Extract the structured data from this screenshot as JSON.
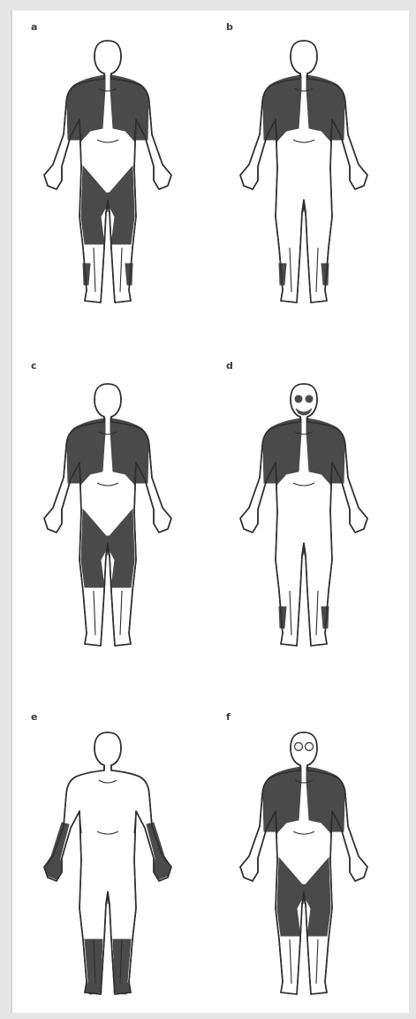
{
  "colors": {
    "affected": "#4a4a4a",
    "outline": "#2e2e2e",
    "body_fill": "#ffffff",
    "frame": "#e6e6e6"
  },
  "panels": [
    {
      "label": "a",
      "affected_regions": [
        "shoulders",
        "upper-arms",
        "upper-back",
        "hips",
        "thighs",
        "calves"
      ]
    },
    {
      "label": "b",
      "affected_regions": [
        "shoulders",
        "upper-arms",
        "calves"
      ]
    },
    {
      "label": "c",
      "affected_regions": [
        "shoulders",
        "upper-arms",
        "upper-back",
        "hips",
        "thighs"
      ]
    },
    {
      "label": "d",
      "affected_regions": [
        "face",
        "shoulders",
        "upper-arms",
        "upper-back",
        "calves"
      ]
    },
    {
      "label": "e",
      "affected_regions": [
        "forearms",
        "hands",
        "lower-legs",
        "feet"
      ]
    },
    {
      "label": "f",
      "affected_regions": [
        "eyes",
        "shoulders",
        "upper-arms",
        "upper-back",
        "hips",
        "thighs"
      ]
    }
  ]
}
